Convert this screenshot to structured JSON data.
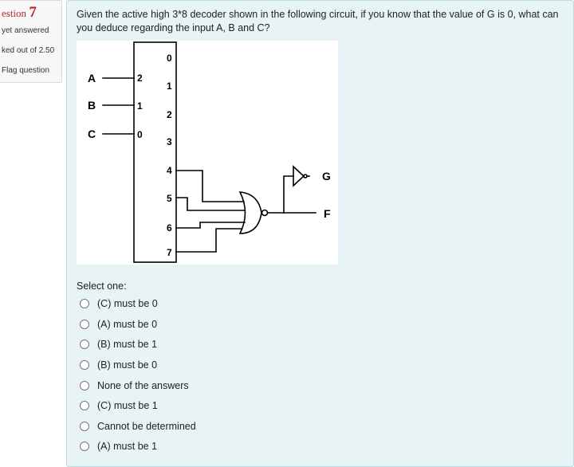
{
  "info": {
    "question_prefix": "estion",
    "question_number": "7",
    "status": "yet answered",
    "marks": "ked out of 2.50",
    "flag": "Flag question"
  },
  "question": {
    "text": "Given the active high 3*8 decoder shown in the following circuit, if you know that the value of G is 0, what can you deduce regarding the input A, B and C?"
  },
  "diagram": {
    "inputs": [
      "A",
      "B",
      "C"
    ],
    "input_pins": [
      "2",
      "1",
      "0"
    ],
    "output_pins": [
      "0",
      "1",
      "2",
      "3",
      "4",
      "5",
      "6",
      "7"
    ],
    "outputs": [
      "G",
      "F"
    ]
  },
  "select_label": "Select one:",
  "options": [
    "(C) must be 0",
    "(A) must be 0",
    "(B) must be 1",
    "(B) must be 0",
    "None of the answers",
    "(C) must be 1",
    "Cannot be determined",
    "(A) must be 1"
  ]
}
